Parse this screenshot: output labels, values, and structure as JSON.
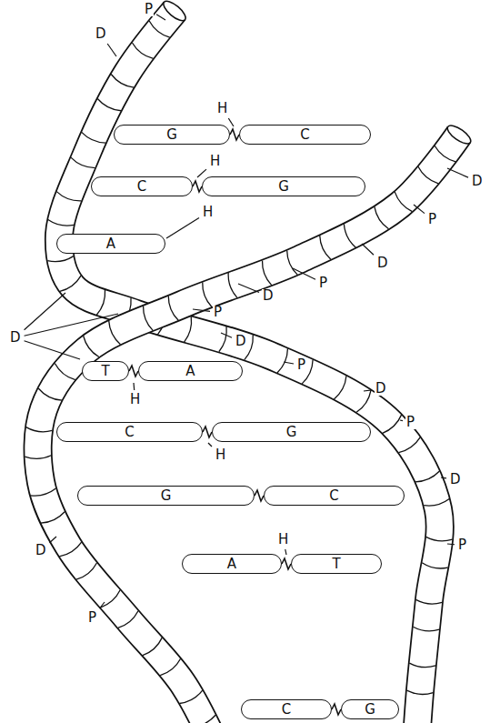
{
  "diagram": {
    "nodes": [
      {
        "text": [
          "G"
        ]
      },
      {
        "text": [
          "C"
        ]
      },
      {
        "text": [
          "C"
        ]
      },
      {
        "text": [
          "G"
        ]
      },
      {
        "text": [
          "A"
        ]
      },
      {
        "text": [
          "T"
        ]
      },
      {
        "text": [
          "A"
        ]
      },
      {
        "text": [
          "C"
        ]
      },
      {
        "text": [
          "G"
        ]
      },
      {
        "text": [
          "G"
        ]
      },
      {
        "text": [
          "C"
        ]
      },
      {
        "text": [
          "A"
        ]
      },
      {
        "text": [
          "T"
        ]
      },
      {
        "text": [
          "C"
        ]
      },
      {
        "text": [
          "G"
        ]
      }
    ],
    "edges": [
      {
        "from": 0,
        "to": 1,
        "arrow": "none"
      },
      {
        "from": 2,
        "to": 3,
        "arrow": "none"
      },
      {
        "from": 5,
        "to": 6,
        "arrow": "none"
      },
      {
        "from": 7,
        "to": 8,
        "arrow": "none"
      },
      {
        "from": 9,
        "to": 10,
        "arrow": "none"
      },
      {
        "from": 11,
        "to": 12,
        "arrow": "none"
      },
      {
        "from": 13,
        "to": 14,
        "arrow": "none"
      }
    ],
    "labels": [
      "P",
      "D",
      "H",
      "H",
      "D",
      "H",
      "P",
      "D",
      "P",
      "D",
      "P",
      "D",
      "D",
      "P",
      "D",
      "H",
      "P",
      "H",
      "D",
      "H",
      "P",
      "D",
      "P"
    ]
  }
}
